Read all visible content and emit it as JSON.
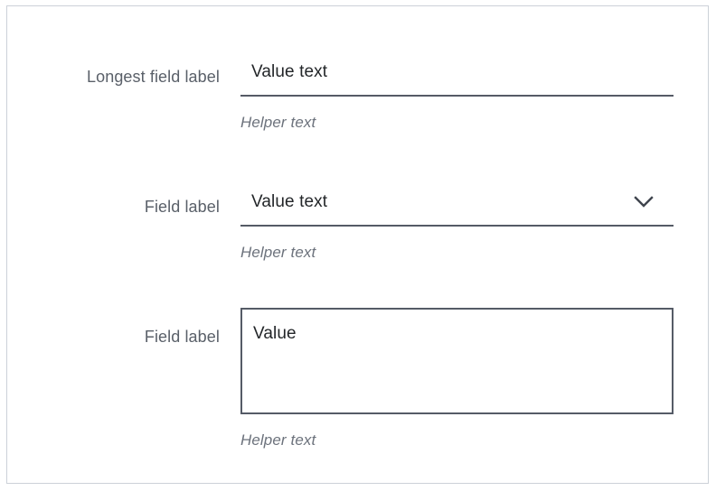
{
  "panel": {
    "background": "#ffffff",
    "border_color": "#ccd1d8"
  },
  "theme": {
    "label_color": "#5a6069",
    "value_color": "#232629",
    "helper_color": "#6c727c",
    "line_color": "#555b66"
  },
  "form": {
    "fields": [
      {
        "id": "text-field",
        "type": "text",
        "label": "Longest field label",
        "value": "Value text",
        "helper": "Helper text"
      },
      {
        "id": "select-field",
        "type": "select",
        "label": "Field label",
        "value": "Value text",
        "helper": "Helper text",
        "icon": "chevron-down-icon"
      },
      {
        "id": "textarea-field",
        "type": "textarea",
        "label": "Field label",
        "value": "Value",
        "helper": "Helper text"
      }
    ]
  }
}
